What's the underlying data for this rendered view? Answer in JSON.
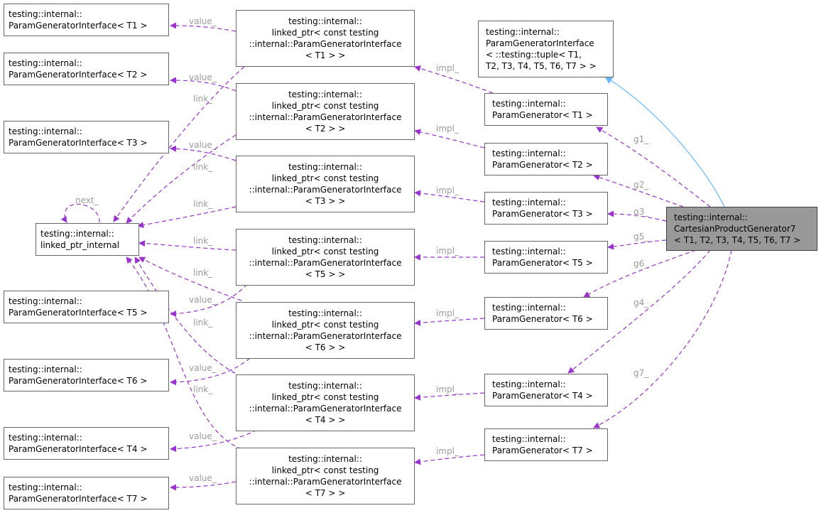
{
  "nodes": {
    "pgi_t1": [
      "testing::internal::",
      "ParamGeneratorInterface< T1 >"
    ],
    "pgi_t2": [
      "testing::internal::",
      "ParamGeneratorInterface< T2 >"
    ],
    "pgi_t3": [
      "testing::internal::",
      "ParamGeneratorInterface< T3 >"
    ],
    "lpi": [
      "testing::internal::",
      "linked_ptr_internal"
    ],
    "pgi_t5": [
      "testing::internal::",
      "ParamGeneratorInterface< T5 >"
    ],
    "pgi_t6": [
      "testing::internal::",
      "ParamGeneratorInterface< T6 >"
    ],
    "pgi_t4": [
      "testing::internal::",
      "ParamGeneratorInterface< T4 >"
    ],
    "pgi_t7": [
      "testing::internal::",
      "ParamGeneratorInterface< T7 >"
    ],
    "lp_t1": [
      "testing::internal::",
      "linked_ptr< const testing",
      "::internal::ParamGeneratorInterface",
      "< T1 > >"
    ],
    "lp_t2": [
      "testing::internal::",
      "linked_ptr< const testing",
      "::internal::ParamGeneratorInterface",
      "< T2 > >"
    ],
    "lp_t3": [
      "testing::internal::",
      "linked_ptr< const testing",
      "::internal::ParamGeneratorInterface",
      "< T3 > >"
    ],
    "lp_t5": [
      "testing::internal::",
      "linked_ptr< const testing",
      "::internal::ParamGeneratorInterface",
      "< T5 > >"
    ],
    "lp_t6": [
      "testing::internal::",
      "linked_ptr< const testing",
      "::internal::ParamGeneratorInterface",
      "< T6 > >"
    ],
    "lp_t4": [
      "testing::internal::",
      "linked_ptr< const testing",
      "::internal::ParamGeneratorInterface",
      "< T4 > >"
    ],
    "lp_t7": [
      "testing::internal::",
      "linked_ptr< const testing",
      "::internal::ParamGeneratorInterface",
      "< T7 > >"
    ],
    "pgi_tuple": [
      "testing::internal::",
      "ParamGeneratorInterface",
      "< ::testing::tuple< T1,",
      "T2, T3, T4, T5, T6, T7 > >"
    ],
    "pg_t1": [
      "testing::internal::",
      "ParamGenerator< T1 >"
    ],
    "pg_t2": [
      "testing::internal::",
      "ParamGenerator< T2 >"
    ],
    "pg_t3": [
      "testing::internal::",
      "ParamGenerator< T3 >"
    ],
    "pg_t5": [
      "testing::internal::",
      "ParamGenerator< T5 >"
    ],
    "pg_t6": [
      "testing::internal::",
      "ParamGenerator< T6 >"
    ],
    "pg_t4": [
      "testing::internal::",
      "ParamGenerator< T4 >"
    ],
    "pg_t7": [
      "testing::internal::",
      "ParamGenerator< T7 >"
    ],
    "cpg7": [
      "testing::internal::",
      "CartesianProductGenerator7",
      "< T1, T2, T3, T4, T5, T6, T7 >"
    ]
  },
  "edge_labels": {
    "value_t1": "value_",
    "value_t2": "value_",
    "value_t3": "value_",
    "value_t5": "value_",
    "value_t6": "value_",
    "value_t4": "value_",
    "value_t7": "value_",
    "link_1": "link_",
    "link_2": "link_",
    "link_3": "link_",
    "link_5": "link_",
    "link_6": "link_",
    "link_4": "link_",
    "link_7": "link_",
    "next": "next_",
    "impl_t1": "impl_",
    "impl_t2": "impl_",
    "impl_t3": "impl_",
    "impl_t5": "impl_",
    "impl_t6": "impl_",
    "impl_t4": "impl_",
    "impl_t7": "impl_",
    "g1": "g1_",
    "g2": "g2_",
    "g3": "g3_",
    "g5": "g5_",
    "g6": "g6_",
    "g4": "g4_",
    "g7": "g7_"
  },
  "colors": {
    "usage_edge": "#9a32cd",
    "inheritance_edge": "#63b8ff",
    "label": "#9a9a9a",
    "highlight_fill": "#999999"
  }
}
